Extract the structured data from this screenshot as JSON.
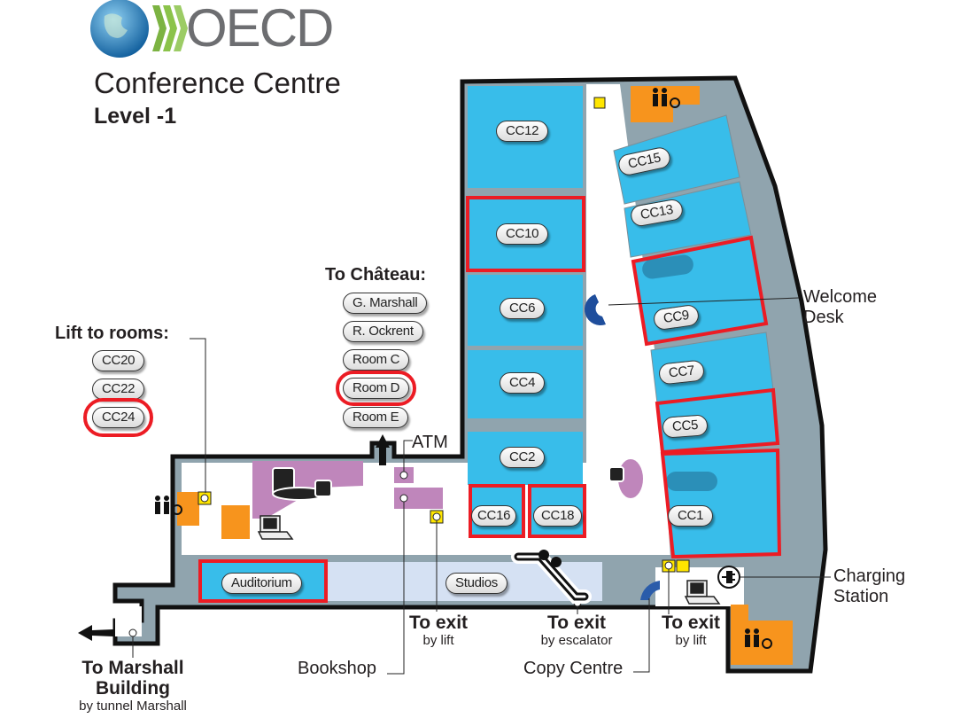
{
  "header": {
    "logo": "OECD",
    "title": "Conference Centre",
    "level": "Level -1"
  },
  "chateau": {
    "heading": "To Château:",
    "rooms": [
      "G. Marshall",
      "R. Ockrent",
      "Room C",
      "Room D",
      "Room E"
    ],
    "highlighted": "Room D"
  },
  "lift_rooms": {
    "heading": "Lift to rooms:",
    "rooms": [
      "CC20",
      "CC22",
      "CC24"
    ],
    "highlighted": "CC24"
  },
  "rooms": {
    "cc12": "CC12",
    "cc10": "CC10",
    "cc6": "CC6",
    "cc4": "CC4",
    "cc2": "CC2",
    "cc16": "CC16",
    "cc18": "CC18",
    "cc15": "CC15",
    "cc13": "CC13",
    "cc9": "CC9",
    "cc7": "CC7",
    "cc5": "CC5",
    "cc1": "CC1",
    "auditorium": "Auditorium",
    "studios": "Studios"
  },
  "labels": {
    "atm": "ATM",
    "welcome_desk": "Welcome Desk",
    "charging_station": "Charging Station",
    "bookshop": "Bookshop",
    "copy_centre": "Copy Centre",
    "exit_lift_1": {
      "title": "To exit",
      "sub": "by lift"
    },
    "exit_escalator": {
      "title": "To exit",
      "sub": "by escalator"
    },
    "exit_lift_2": {
      "title": "To exit",
      "sub": "by lift"
    },
    "marshall": {
      "title": "To Marshall Building",
      "sub": "by tunnel Marshall"
    }
  },
  "colors": {
    "room": "#38bdea",
    "highlight": "#ec1c24",
    "wall": "#90a4ae",
    "toilet": "#f7941d",
    "cafe": "#bf86bb",
    "studios": "#d5e1f3",
    "lift": "#ffe600"
  }
}
